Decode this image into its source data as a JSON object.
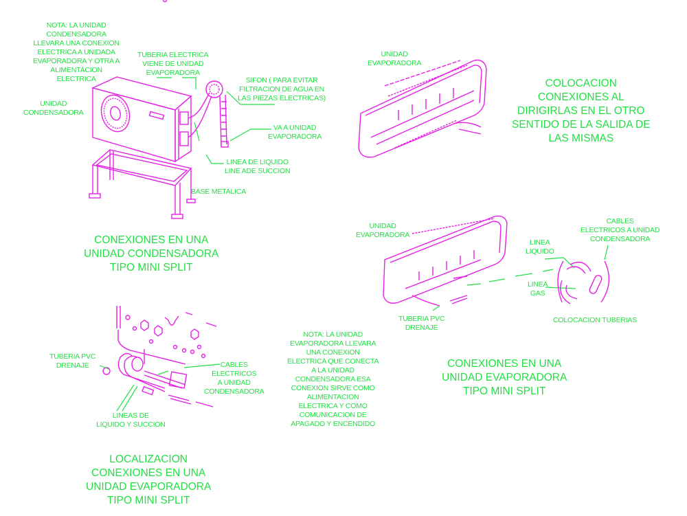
{
  "colors": {
    "linework": "#e61ee6",
    "text": "#22e044",
    "background": "#ffffff"
  },
  "panel_condensadora": {
    "note": "NOTA: LA UNIDAD\nCONDENSADORA\nLLEVARA UNA CONEXION\nELECTRICA A UNIDADA\nEVAPORADORA Y OTRA A\nALIMENTACION\nELECTRICA",
    "tuberia_electrica": "TUBERIA ELECTRICA\nVIENE DE UNIDAD\nEVAPORADORA",
    "sifon": "SIFON ( PARA EVITAR\nFILTRACION DE AGUA EN\nLAS PIEZAS ELECTRICAS)",
    "unidad_condensadora": "UNIDAD\nCONDENSADORA",
    "va_a_unidad": "VA A UNIDAD\nEVAPORADORA",
    "lineas": "LINEA DE LIQUIDO\nLINE ADE SUCCION",
    "base": "BASE METALICA",
    "title": "CONEXIONES EN UNA\nUNIDAD CONDENSADORA\nTIPO MINI SPLIT"
  },
  "panel_colocacion": {
    "unidad_evaporadora": "UNIDAD\nEVAPORADORA",
    "title": "COLOCACION\nCONEXIONES AL\nDIRIGIRLAS EN EL OTRO\nSENTIDO DE LA SALIDA DE\nLAS MISMAS"
  },
  "panel_evaporadora": {
    "unidad_evaporadora": "UNIDAD\nEVAPORADORA",
    "cables": "CABLES\nELECTRICOS A UNIDAD\nCONDENSADORA",
    "linea_liquido": "LINEA\nLIQUIDO",
    "linea_gas": "LINEA\nGAS",
    "tuberia_pvc": "TUBERIA PVC\nDRENAJE",
    "colocacion_tuberias": "COLOCACION TUBERIAS",
    "title": "CONEXIONES EN UNA\nUNIDAD EVAPORADORA\nTIPO MINI SPLIT"
  },
  "panel_localizacion": {
    "tuberia_pvc": "TUBERIA PVC\nDRENAJE",
    "cables": "CABLES\nELECTRICOS\nA UNIDAD\nCONDENSADORA",
    "lineas": "LINEAS DE\nLIQUIDO Y SUCCION",
    "title": "LOCALIZACION\nCONEXIONES EN UNA\nUNIDAD EVAPORADORA\nTIPO MINI SPLIT"
  },
  "nota_evaporadora": "NOTA: LA UNIDAD\nEVAPORADORA LLEVARA\nUNA CONEXION\nELECTRICA QUE CONECTA\nA LA UNIDAD\nCONDENSADORA ESA\nCONEXION SIRVE COMO\nALIMENTACION\nELECTRICA Y COMO\nCOMUNICACION DE\nAPAGADO Y ENCENDIDO"
}
